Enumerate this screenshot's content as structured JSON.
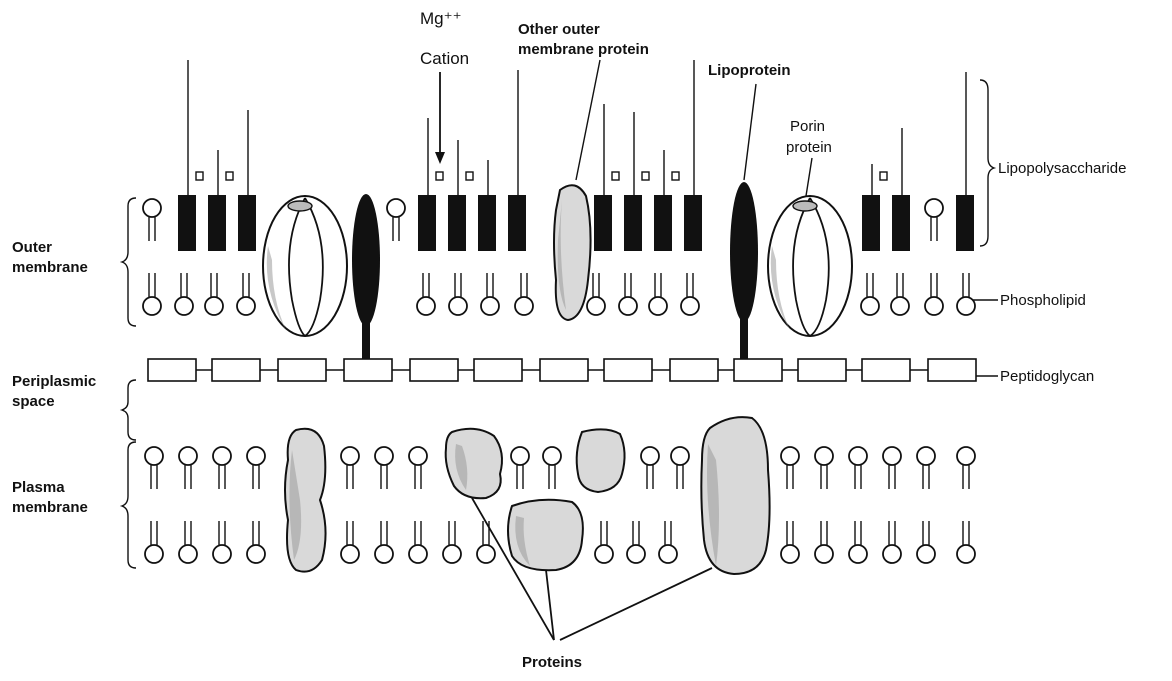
{
  "labels": {
    "mg_cation_line1": "Mg⁺⁺",
    "mg_cation_line2": "Cation",
    "other_outer_line1": "Other outer",
    "other_outer_line2": "membrane protein",
    "lipoprotein": "Lipoprotein",
    "porin_line1": "Porin",
    "porin_line2": "protein",
    "lipopolysaccharide": "Lipopolysaccharide",
    "phospholipid": "Phospholipid",
    "peptidoglycan": "Peptidoglycan",
    "outer_membrane_line1": "Outer",
    "outer_membrane_line2": "membrane",
    "periplasmic_line1": "Periplasmic",
    "periplasmic_line2": "space",
    "plasma_line1": "Plasma",
    "plasma_line2": "membrane",
    "proteins": "Proteins"
  },
  "colors": {
    "ink": "#111111",
    "background": "#ffffff",
    "protein_fill": "#d9d9d9"
  }
}
